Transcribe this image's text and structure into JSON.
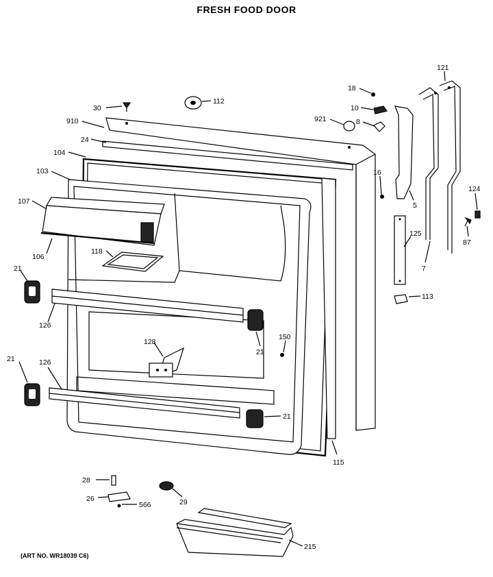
{
  "title": "FRESH FOOD DOOR",
  "art_number": "(ART NO. WR18039 C6)",
  "callouts": [
    {
      "id": "30",
      "text": "30"
    },
    {
      "id": "112",
      "text": "112"
    },
    {
      "id": "910",
      "text": "910"
    },
    {
      "id": "24",
      "text": "24"
    },
    {
      "id": "104",
      "text": "104"
    },
    {
      "id": "103",
      "text": "103"
    },
    {
      "id": "107",
      "text": "107"
    },
    {
      "id": "106",
      "text": "106"
    },
    {
      "id": "118",
      "text": "118"
    },
    {
      "id": "21a",
      "text": "21"
    },
    {
      "id": "126a",
      "text": "126"
    },
    {
      "id": "128",
      "text": "128"
    },
    {
      "id": "21b",
      "text": "21"
    },
    {
      "id": "126b",
      "text": "126"
    },
    {
      "id": "21c",
      "text": "21"
    },
    {
      "id": "150",
      "text": "150"
    },
    {
      "id": "21d",
      "text": "21"
    },
    {
      "id": "115",
      "text": "115"
    },
    {
      "id": "18",
      "text": "18"
    },
    {
      "id": "10",
      "text": "10"
    },
    {
      "id": "8",
      "text": "8"
    },
    {
      "id": "921",
      "text": "921"
    },
    {
      "id": "16",
      "text": "16"
    },
    {
      "id": "5",
      "text": "5"
    },
    {
      "id": "125",
      "text": "125"
    },
    {
      "id": "113",
      "text": "113"
    },
    {
      "id": "121",
      "text": "121"
    },
    {
      "id": "7",
      "text": "7"
    },
    {
      "id": "124",
      "text": "124"
    },
    {
      "id": "87",
      "text": "87"
    },
    {
      "id": "28",
      "text": "28"
    },
    {
      "id": "26",
      "text": "26"
    },
    {
      "id": "566",
      "text": "566"
    },
    {
      "id": "29",
      "text": "29"
    },
    {
      "id": "215",
      "text": "215"
    }
  ]
}
